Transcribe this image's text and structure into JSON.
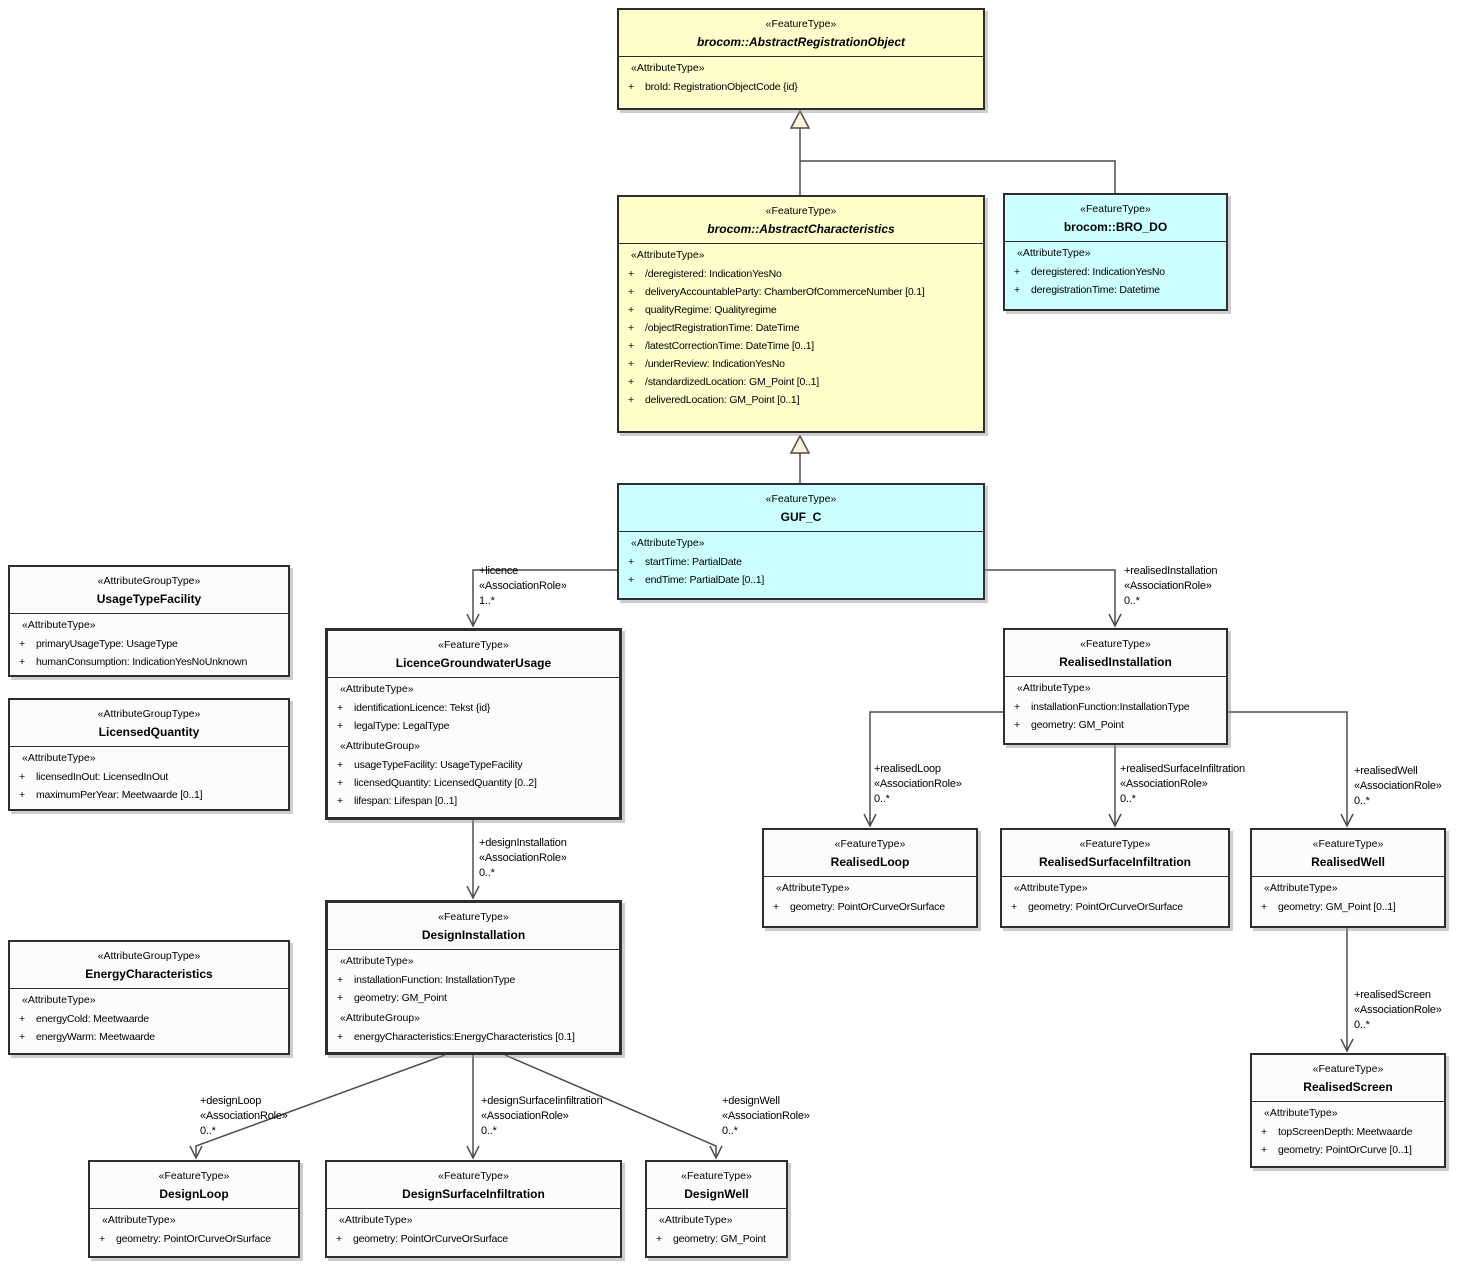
{
  "diagram": {
    "colors": {
      "yellow_fill": "#ffffcc",
      "cyan_fill": "#ccffff",
      "neutral_fill": "#fcfcfc",
      "line": "#4d4d4d",
      "border": "#2e2e2e"
    }
  },
  "classes": [
    {
      "key": "abstract-registration-object",
      "stereotype": "«FeatureType»",
      "name": "brocom::AbstractRegistrationObject",
      "sections": [
        {
          "label": "«AttributeType»",
          "items": [
            {
              "vis": "+",
              "text": "broId: RegistrationObjectCode {id}"
            }
          ]
        }
      ]
    },
    {
      "key": "abstract-characteristics",
      "stereotype": "«FeatureType»",
      "name": "brocom::AbstractCharacteristics",
      "sections": [
        {
          "label": "«AttributeType»",
          "items": [
            {
              "vis": "+",
              "text": "/deregistered: IndicationYesNo"
            },
            {
              "vis": "+",
              "text": "deliveryAccountableParty: ChamberOfCommerceNumber [0.1]"
            },
            {
              "vis": "+",
              "text": "qualityRegime: Qualityregime"
            },
            {
              "vis": "+",
              "text": "/objectRegistrationTime: DateTime"
            },
            {
              "vis": "+",
              "text": "/latestCorrectionTime: DateTime [0..1]"
            },
            {
              "vis": "+",
              "text": "/underReview: IndicationYesNo"
            },
            {
              "vis": "+",
              "text": "/standardizedLocation: GM_Point [0..1]"
            },
            {
              "vis": "+",
              "text": "deliveredLocation: GM_Point [0..1]"
            }
          ]
        }
      ]
    },
    {
      "key": "bro-do",
      "stereotype": "«FeatureType»",
      "name": "brocom::BRO_DO",
      "sections": [
        {
          "label": "«AttributeType»",
          "items": [
            {
              "vis": "+",
              "text": "deregistered: IndicationYesNo"
            },
            {
              "vis": "+",
              "text": "deregistrationTime: Datetime"
            }
          ]
        }
      ]
    },
    {
      "key": "guf-c",
      "stereotype": "«FeatureType»",
      "name": "GUF_C",
      "sections": [
        {
          "label": "«AttributeType»",
          "items": [
            {
              "vis": "+",
              "text": "startTime: PartialDate"
            },
            {
              "vis": "+",
              "text": "endTime: PartialDate [0..1]"
            }
          ]
        }
      ]
    },
    {
      "key": "usage-type-facility",
      "stereotype": "«AttributeGroupType»",
      "name": "UsageTypeFacility",
      "sections": [
        {
          "label": "«AttributeType»",
          "items": [
            {
              "vis": "+",
              "text": "primaryUsageType: UsageType"
            },
            {
              "vis": "+",
              "text": "humanConsumption: IndicationYesNoUnknown"
            }
          ]
        }
      ]
    },
    {
      "key": "licensed-quantity",
      "stereotype": "«AttributeGroupType»",
      "name": "LicensedQuantity",
      "sections": [
        {
          "label": "«AttributeType»",
          "items": [
            {
              "vis": "+",
              "text": "licensedInOut: LicensedInOut"
            },
            {
              "vis": "+",
              "text": "maximumPerYear: Meetwaarde [0..1]"
            }
          ]
        }
      ]
    },
    {
      "key": "licence-groundwater-usage",
      "stereotype": "«FeatureType»",
      "name": "LicenceGroundwaterUsage",
      "sections": [
        {
          "label": "«AttributeType»",
          "items": [
            {
              "vis": "+",
              "text": "identificationLicence: Tekst {id}"
            },
            {
              "vis": "+",
              "text": "legalType: LegalType"
            }
          ]
        },
        {
          "label": "«AttributeGroup»",
          "items": [
            {
              "vis": "+",
              "text": "usageTypeFacility: UsageTypeFacility"
            },
            {
              "vis": "+",
              "text": "licensedQuantity: LicensedQuantity [0..2]"
            },
            {
              "vis": "+",
              "text": "lifespan: Lifespan [0..1]"
            }
          ]
        }
      ]
    },
    {
      "key": "realised-installation",
      "stereotype": "«FeatureType»",
      "name": "RealisedInstallation",
      "sections": [
        {
          "label": "«AttributeType»",
          "items": [
            {
              "vis": "+",
              "text": "installationFunction:InstallationType"
            },
            {
              "vis": "+",
              "text": "geometry: GM_Point"
            }
          ]
        }
      ]
    },
    {
      "key": "design-installation",
      "stereotype": "«FeatureType»",
      "name": "DesignInstallation",
      "sections": [
        {
          "label": "«AttributeType»",
          "items": [
            {
              "vis": "+",
              "text": "installationFunction: InstallationType"
            },
            {
              "vis": "+",
              "text": "geometry: GM_Point"
            }
          ]
        },
        {
          "label": "«AttributeGroup»",
          "items": [
            {
              "vis": "+",
              "text": "energyCharacteristics:EnergyCharacteristics [0.1]"
            }
          ]
        }
      ]
    },
    {
      "key": "energy-characteristics",
      "stereotype": "«AttributeGroupType»",
      "name": "EnergyCharacteristics",
      "sections": [
        {
          "label": "«AttributeType»",
          "items": [
            {
              "vis": "+",
              "text": "energyCold: Meetwaarde"
            },
            {
              "vis": "+",
              "text": "energyWarm: Meetwaarde"
            }
          ]
        }
      ]
    },
    {
      "key": "realised-loop",
      "stereotype": "«FeatureType»",
      "name": "RealisedLoop",
      "sections": [
        {
          "label": "«AttributeType»",
          "items": [
            {
              "vis": "+",
              "text": "geometry: PointOrCurveOrSurface"
            }
          ]
        }
      ]
    },
    {
      "key": "realised-surface-infiltration",
      "stereotype": "«FeatureType»",
      "name": "RealisedSurfaceInfiltration",
      "sections": [
        {
          "label": "«AttributeType»",
          "items": [
            {
              "vis": "+",
              "text": "geometry: PointOrCurveOrSurface"
            }
          ]
        }
      ]
    },
    {
      "key": "realised-well",
      "stereotype": "«FeatureType»",
      "name": "RealisedWell",
      "sections": [
        {
          "label": "«AttributeType»",
          "items": [
            {
              "vis": "+",
              "text": "geometry: GM_Point [0..1]"
            }
          ]
        }
      ]
    },
    {
      "key": "realised-screen",
      "stereotype": "«FeatureType»",
      "name": "RealisedScreen",
      "sections": [
        {
          "label": "«AttributeType»",
          "items": [
            {
              "vis": "+",
              "text": "topScreenDepth: Meetwaarde"
            },
            {
              "vis": "+",
              "text": "geometry: PointOrCurve [0..1]"
            }
          ]
        }
      ]
    },
    {
      "key": "design-loop",
      "stereotype": "«FeatureType»",
      "name": "DesignLoop",
      "sections": [
        {
          "label": "«AttributeType»",
          "items": [
            {
              "vis": "+",
              "text": "geometry: PointOrCurveOrSurface"
            }
          ]
        }
      ]
    },
    {
      "key": "design-surface-infiltration",
      "stereotype": "«FeatureType»",
      "name": "DesignSurfaceInfiltration",
      "sections": [
        {
          "label": "«AttributeType»",
          "items": [
            {
              "vis": "+",
              "text": "geometry: PointOrCurveOrSurface"
            }
          ]
        }
      ]
    },
    {
      "key": "design-well",
      "stereotype": "«FeatureType»",
      "name": "DesignWell",
      "sections": [
        {
          "label": "«AttributeType»",
          "items": [
            {
              "vis": "+",
              "text": "geometry: GM_Point"
            }
          ]
        }
      ]
    }
  ],
  "association_labels": [
    {
      "role": "+licence",
      "stereotype": "«AssociationRole»",
      "multiplicity": "1..*"
    },
    {
      "role": "+realisedInstallation",
      "stereotype": "«AssociationRole»",
      "multiplicity": "0..*"
    },
    {
      "role": "+designInstallation",
      "stereotype": "«AssociationRole»",
      "multiplicity": "0..*"
    },
    {
      "role": "+realisedLoop",
      "stereotype": "«AssociationRole»",
      "multiplicity": "0..*"
    },
    {
      "role": "+realisedSurfaceInfiltration",
      "stereotype": "«AssociationRole»",
      "multiplicity": "0..*"
    },
    {
      "role": "+realisedWell",
      "stereotype": "«AssociationRole»",
      "multiplicity": "0..*"
    },
    {
      "role": "+realisedScreen",
      "stereotype": "«AssociationRole»",
      "multiplicity": "0..*"
    },
    {
      "role": "+designLoop",
      "stereotype": "«AssociationRole»",
      "multiplicity": "0..*"
    },
    {
      "role": "+designSurfaceIinfiltration",
      "stereotype": "«AssociationRole»",
      "multiplicity": "0..*"
    },
    {
      "role": "+designWell",
      "stereotype": "«AssociationRole»",
      "multiplicity": "0..*"
    }
  ]
}
